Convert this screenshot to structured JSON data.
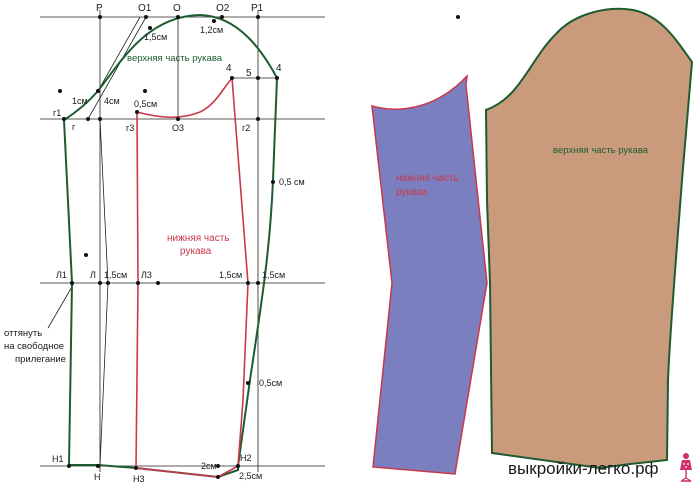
{
  "labels": {
    "P": "P",
    "O1": "O1",
    "O": "O",
    "O2": "O2",
    "P1": "P1",
    "d_1_5_top": "1,5см",
    "d_1_2_top": "1,2см",
    "upper_title": "верхняя часть рукава",
    "n4_left": "4",
    "n4_right": "4",
    "n5": "5",
    "d_1cm": "1см",
    "d_4cm": "4см",
    "d_0_5_g3": "0,5см",
    "g1": "г1",
    "g": "г",
    "g3": "г3",
    "O3": "О3",
    "g2": "г2",
    "d_0_5_right": "0,5 см",
    "lower_title_1": "нижняя часть",
    "lower_title_2": "рукава",
    "L1": "Л1",
    "L": "Л",
    "d_1_5_L": "1,5см",
    "L3": "Л3",
    "d_1_5_mid": "1,5см",
    "d_1_5_right": "1,5см",
    "note_1": "оттянуть",
    "note_2": "на свободное",
    "note_3": "прилегание",
    "d_0_5_low": "0,5см",
    "H1": "Н1",
    "H": "Н",
    "H3": "Н3",
    "d_2cm": "2см",
    "H2": "Н2",
    "d_2_5": "2,5см",
    "piece_lower_1": "нижняя часть",
    "piece_lower_2": "рукава",
    "piece_upper": "верхняя часть рукава",
    "site": "выкройки-легко.рф"
  },
  "colors": {
    "upper_outline": "#1e5c30",
    "lower_outline": "#c8384a",
    "lower_fill": "#7b7fbf",
    "upper_fill": "#c99a7c",
    "grid": "#222222"
  },
  "icons": [
    "dress-form-icon"
  ]
}
